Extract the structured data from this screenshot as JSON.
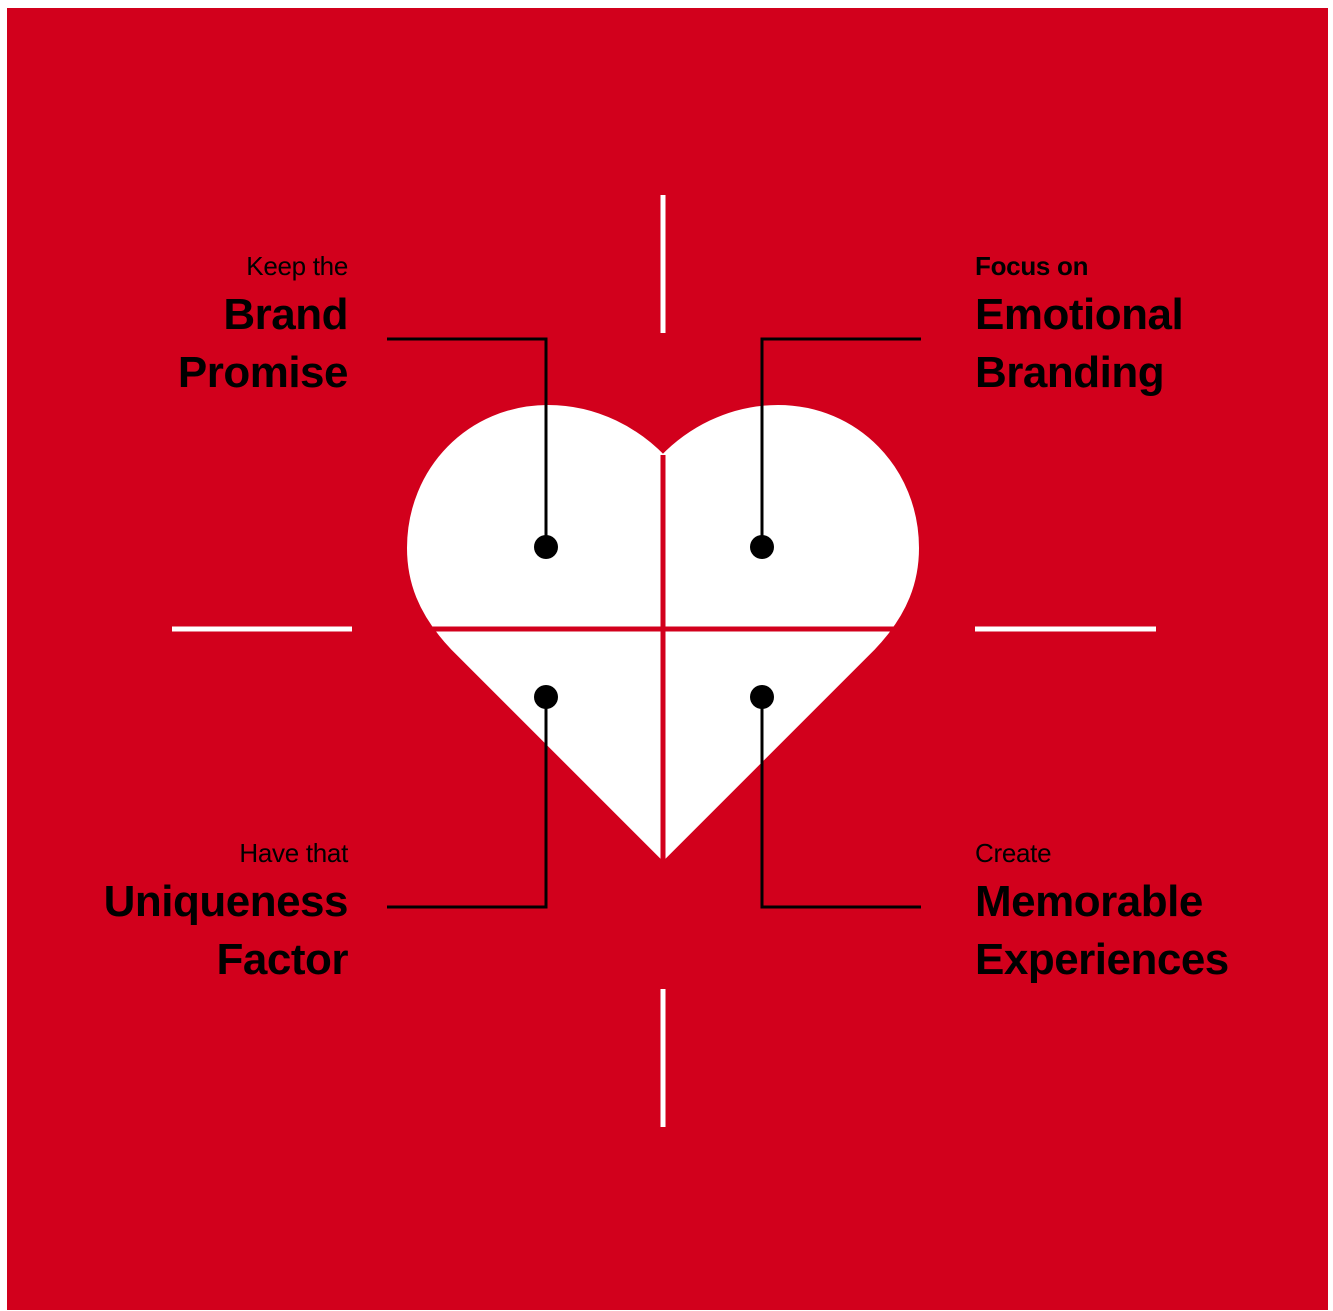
{
  "colors": {
    "background": "#D2001C",
    "heart": "#FFFFFF",
    "text": "#000000",
    "ticks": "#FFFFFF"
  },
  "quadrants": {
    "top_left": {
      "small": "Keep the",
      "line1": "Brand",
      "line2": "Promise"
    },
    "top_right": {
      "small": "Focus on",
      "line1": "Emotional",
      "line2": "Branding"
    },
    "bottom_left": {
      "small": "Have that",
      "line1": "Uniqueness",
      "line2": "Factor"
    },
    "bottom_right": {
      "small": "Create",
      "line1": "Memorable",
      "line2": "Experiences"
    }
  }
}
